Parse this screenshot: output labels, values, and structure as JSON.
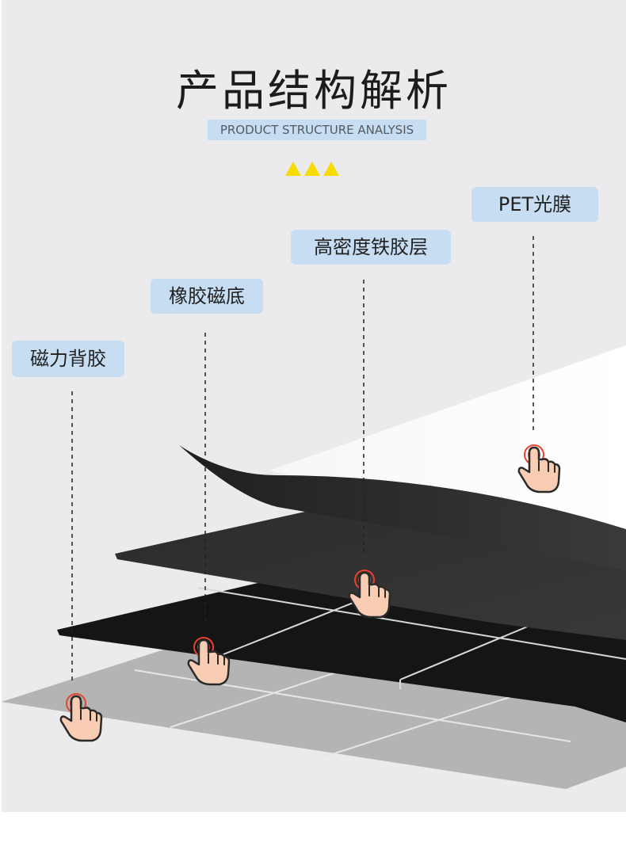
{
  "title": "产品结构解析",
  "subtitle": "PRODUCT STRUCTURE ANALYSIS",
  "layers": [
    {
      "id": "pet",
      "label": "PET光膜"
    },
    {
      "id": "iron",
      "label": "高密度铁胶层"
    },
    {
      "id": "rubber",
      "label": "橡胶磁底"
    },
    {
      "id": "adhesive",
      "label": "磁力背胶"
    }
  ],
  "icons": {
    "arrows": "triangle-up-icon",
    "pointer": "tap-hand-icon"
  },
  "colors": {
    "background": "#ebebed",
    "label_bg": "#c6ddf2",
    "accent_yellow": "#f6dc00",
    "tap_ring": "#e8432f",
    "hand_fill": "#f8cdb3"
  }
}
